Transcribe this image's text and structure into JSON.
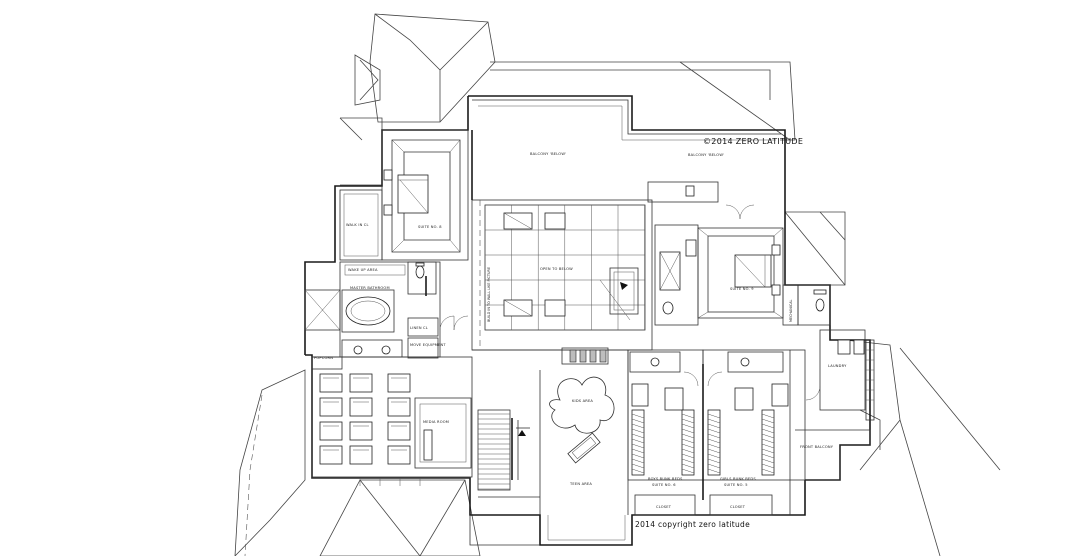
{
  "copyright": {
    "top": "©2014  ZERO  LATITUDE",
    "bottom": "2014 copyright zero latitude"
  },
  "rooms": {
    "balcony_left": "BALCONY 'BELOW'",
    "balcony_right": "BALCONY 'BELOW'",
    "walk_in_cl": "WALK IN CL",
    "suite_8": "SUITE NO. 8",
    "wake_up_area": "WAKE UP AREA",
    "master_bathroom": "MASTER BATHROOM",
    "linen_cl": "LINEN CL",
    "move_equipment": "MOVE EQUIPMENT",
    "popcorn": "POPCORN",
    "media_room": "MEDIA ROOM",
    "open_below": "OPEN TO BELOW",
    "wall_picture": "BUILD IN TO WALL LIKE PICTURE",
    "suite_9": "SUITE NO. 9",
    "mechanical": "MECHANICAL",
    "laundry": "LAUNDRY",
    "kids_area": "KIDS AREA",
    "teen_area": "TEEN AREA",
    "boys_bunk": "BOYS BUNK BEDS",
    "boys_suite": "SUITE NO. 6",
    "girls_bunk": "GIRLS BUNK BEDS",
    "girls_suite": "SUITE NO. 5",
    "front_balcony": "FRONT BALCONY",
    "closet_left": "CLOSET",
    "closet_right": "CLOSET"
  },
  "colors": {
    "lines": "#1a1a1a",
    "background": "#ffffff",
    "fill_grey": "#bdbdbd"
  }
}
